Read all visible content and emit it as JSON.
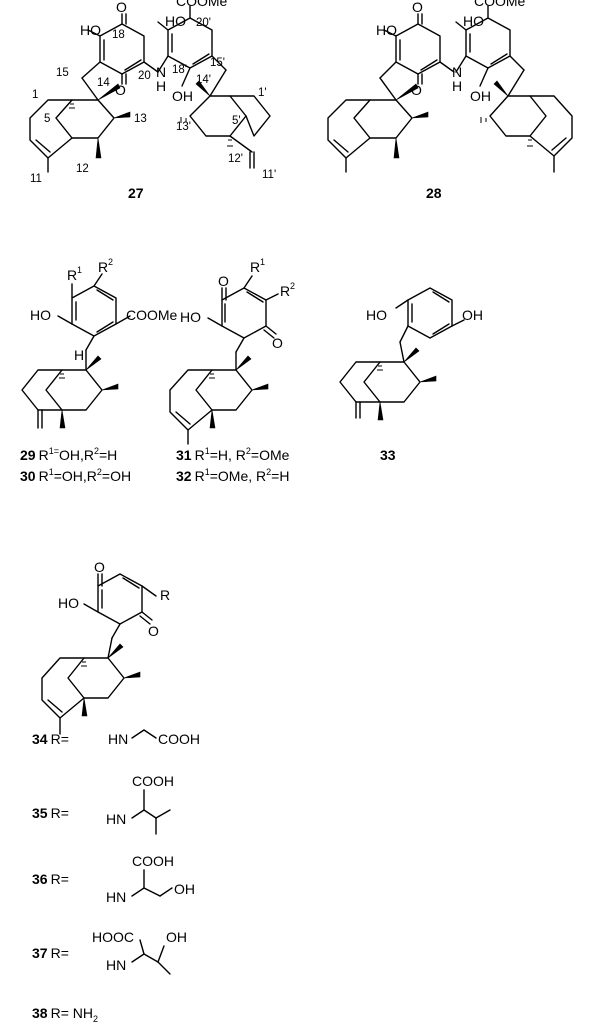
{
  "compounds": {
    "c27": {
      "num": "27"
    },
    "c28": {
      "num": "28"
    },
    "c29": {
      "num": "29",
      "desc_a": "R",
      "desc_b": "1=",
      "desc_c": "OH,R",
      "desc_d": "2",
      "desc_e": "=H"
    },
    "c30": {
      "num": "30",
      "desc_a": "R",
      "desc_b": "1",
      "desc_c": "=OH,R",
      "desc_d": "2",
      "desc_e": "=OH"
    },
    "c31": {
      "num": "31",
      "desc_a": "R",
      "desc_b": "1",
      "desc_c": "=H, R",
      "desc_d": "2",
      "desc_e": "=OMe"
    },
    "c32": {
      "num": "32",
      "desc_a": "R",
      "desc_b": "1",
      "desc_c": "=OMe, R",
      "desc_d": "2",
      "desc_e": "=H"
    },
    "c33": {
      "num": "33"
    },
    "c34": {
      "num": "34",
      "r": "R=",
      "sub_a": "HN",
      "sub_b": "COOH"
    },
    "c35": {
      "num": "35",
      "r": "R=",
      "sub_a": "HN",
      "sub_b": "COOH"
    },
    "c36": {
      "num": "36",
      "r": "R=",
      "sub_a": "HN",
      "sub_b": "COOH",
      "sub_c": "OH"
    },
    "c37": {
      "num": "37",
      "r": "R=",
      "sub_a": "HN",
      "sub_b": "HOOC",
      "sub_c": "OH"
    },
    "c38": {
      "num": "38",
      "r": "R= NH",
      "sub": "2"
    }
  },
  "atoms": {
    "oh": "HO",
    "oh2": "OH",
    "o": "O",
    "coome": "COOMe",
    "nh_n": "N",
    "nh_h": "H",
    "nh": "NH",
    "h": "H",
    "r": "R",
    "r1": "R",
    "r1s": "1",
    "r2": "R",
    "r2s": "2"
  },
  "numbering": {
    "n18": "18",
    "n20": "20",
    "n20p": "20'",
    "n18p": "18'",
    "n15": "15",
    "n14": "14",
    "n1": "1",
    "n5": "5",
    "n13": "13",
    "n12": "12",
    "n11": "11",
    "n14p": "14'",
    "n15p": "15'",
    "n1p": "1'",
    "n13p": "13'",
    "n5p": "5'",
    "n12p": "12'",
    "n11p": "11'"
  }
}
